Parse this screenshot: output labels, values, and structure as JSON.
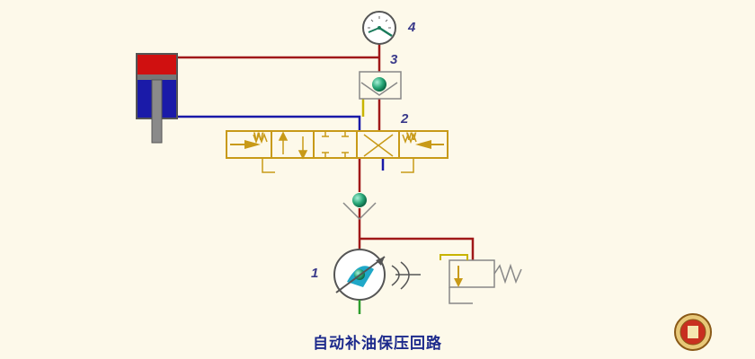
{
  "labels": {
    "pump": "1",
    "valve": "2",
    "check_valve": "3",
    "gauge": "4"
  },
  "spring_marks": {
    "left": "W",
    "right": "W"
  },
  "caption": "自动补油保压回路",
  "colors": {
    "pressure_line": "#a01818",
    "return_line": "#1a1aa8",
    "pilot_line": "#c8b400",
    "suction_line": "#2e9e2e",
    "valve_body": "#c89a18",
    "cylinder_rod_chamber": "#d01010",
    "cylinder_piston_chamber": "#1a1aa8",
    "check_ball": "#2aa878",
    "background": "#fdf9ea"
  },
  "icons": {
    "gauge": "pressure-gauge-icon",
    "emblem": "university-emblem-icon"
  }
}
